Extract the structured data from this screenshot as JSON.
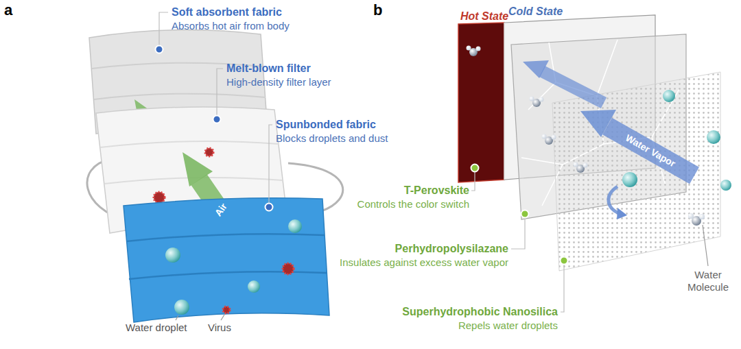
{
  "diagram": {
    "labels": [
      "a",
      "Soft absorbent fabric",
      "Absorbs hot air from body",
      "Melt-blown filter",
      "High-density filter layer",
      "Spunbonded fabric",
      "Blocks droplets and dust",
      "Air",
      "Water droplet",
      "Virus",
      "b",
      "Hot State",
      "Cold State",
      "Water Vapor",
      "T-Perovskite",
      "Controls the color switch",
      "Perhydropolysilazane",
      "Insulates against excess water vapor",
      "Water Molecule",
      "Superhydrophobic Nanosilica",
      "Repels water droplets"
    ]
  }
}
